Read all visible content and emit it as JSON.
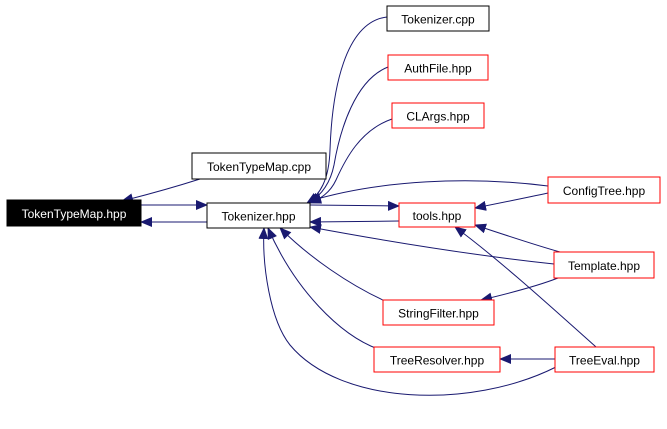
{
  "colors": {
    "edge": "#191970",
    "border_file": "#000000",
    "border_header": "#ff0000",
    "focus_fill": "#000000",
    "focus_text": "#ffffff",
    "node_fill": "#ffffff",
    "node_text": "#000000"
  },
  "nodes": [
    {
      "id": "tokentypemap_hpp",
      "label": "TokenTypeMap.hpp",
      "kind": "focus"
    },
    {
      "id": "tokentypemap_cpp",
      "label": "TokenTypeMap.cpp",
      "kind": "file"
    },
    {
      "id": "tokenizer_hpp",
      "label": "Tokenizer.hpp",
      "kind": "file"
    },
    {
      "id": "tokenizer_cpp",
      "label": "Tokenizer.cpp",
      "kind": "file"
    },
    {
      "id": "authfile_hpp",
      "label": "AuthFile.hpp",
      "kind": "header"
    },
    {
      "id": "clargs_hpp",
      "label": "CLArgs.hpp",
      "kind": "header"
    },
    {
      "id": "tools_hpp",
      "label": "tools.hpp",
      "kind": "header"
    },
    {
      "id": "configtree_hpp",
      "label": "ConfigTree.hpp",
      "kind": "header"
    },
    {
      "id": "template_hpp",
      "label": "Template.hpp",
      "kind": "header"
    },
    {
      "id": "stringfilter_hpp",
      "label": "StringFilter.hpp",
      "kind": "header"
    },
    {
      "id": "treeresolver_hpp",
      "label": "TreeResolver.hpp",
      "kind": "header"
    },
    {
      "id": "treeeval_hpp",
      "label": "TreeEval.hpp",
      "kind": "header"
    }
  ],
  "edges": [
    {
      "from": "tokentypemap_cpp",
      "to": "tokentypemap_hpp"
    },
    {
      "from": "tokenizer_hpp",
      "to": "tokentypemap_hpp"
    },
    {
      "from": "tokentypemap_hpp",
      "to": "tokenizer_hpp"
    },
    {
      "from": "tokenizer_cpp",
      "to": "tokenizer_hpp"
    },
    {
      "from": "authfile_hpp",
      "to": "tokenizer_hpp"
    },
    {
      "from": "clargs_hpp",
      "to": "tokenizer_hpp"
    },
    {
      "from": "configtree_hpp",
      "to": "tokenizer_hpp"
    },
    {
      "from": "tools_hpp",
      "to": "tokenizer_hpp"
    },
    {
      "from": "tokenizer_hpp",
      "to": "tools_hpp"
    },
    {
      "from": "template_hpp",
      "to": "tokenizer_hpp"
    },
    {
      "from": "stringfilter_hpp",
      "to": "tokenizer_hpp"
    },
    {
      "from": "treeresolver_hpp",
      "to": "tokenizer_hpp"
    },
    {
      "from": "treeeval_hpp",
      "to": "tokenizer_hpp"
    },
    {
      "from": "configtree_hpp",
      "to": "tools_hpp"
    },
    {
      "from": "template_hpp",
      "to": "tools_hpp"
    },
    {
      "from": "treeeval_hpp",
      "to": "tools_hpp"
    },
    {
      "from": "template_hpp",
      "to": "stringfilter_hpp"
    },
    {
      "from": "treeeval_hpp",
      "to": "treeresolver_hpp"
    }
  ]
}
